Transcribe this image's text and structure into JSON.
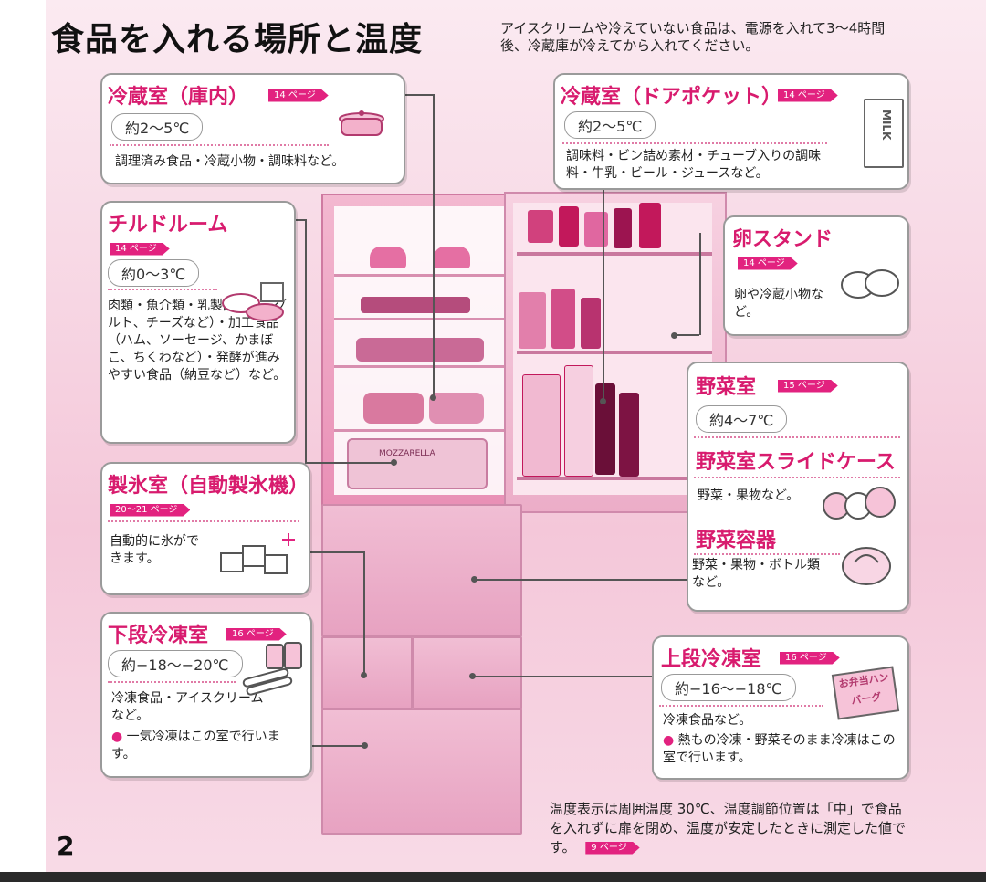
{
  "header": {
    "title": "食品を入れる場所と温度",
    "lead": "アイスクリームや冷えていない食品は、電源を入れて3～4時間後、冷蔵庫が冷えてから入れてください。"
  },
  "sections": {
    "fridge_main": {
      "title": "冷蔵室（庫内）",
      "page": "14 ページ",
      "temp": "約2～5℃",
      "desc": "調理済み食品・冷蔵小物・調味料など。"
    },
    "door_pocket": {
      "title": "冷蔵室（ドアポケット）",
      "page": "14 ページ",
      "temp": "約2～5℃",
      "desc": "調味料・ビン詰め素材・チューブ入りの調味料・牛乳・ビール・ジュースなど。"
    },
    "chilled": {
      "title": "チルドルーム",
      "page": "14 ページ",
      "temp": "約0～3℃",
      "desc": "肉類・魚介類・乳製品（ヨーグルト、チーズなど）・加工食品（ハム、ソーセージ、かまぼこ、ちくわなど）・発酵が進みやすい食品（納豆など）など。"
    },
    "egg_stand": {
      "title": "卵スタンド",
      "page": "14 ページ",
      "desc": "卵や冷蔵小物など。"
    },
    "vegetable": {
      "title": "野菜室",
      "page": "15 ページ",
      "temp": "約4～7℃"
    },
    "veg_slide_case": {
      "title": "野菜室スライドケース",
      "desc": "野菜・果物など。"
    },
    "veg_container": {
      "title": "野菜容器",
      "desc": "野菜・果物・ボトル類など。"
    },
    "ice_maker": {
      "title": "製氷室（自動製氷機）",
      "page": "20～21 ページ",
      "desc": "自動的に氷ができます。"
    },
    "lower_freezer": {
      "title": "下段冷凍室",
      "page": "16 ページ",
      "temp": "約−18～−20℃",
      "desc": "冷凍食品・アイスクリームなど。",
      "bullet": "一気冷凍はこの室で行います。"
    },
    "upper_freezer": {
      "title": "上段冷凍室",
      "page": "16 ページ",
      "temp": "約−16～−18℃",
      "desc": "冷凍食品など。",
      "bullet": "熱もの冷凍・野菜そのまま冷凍はこの室で行います。"
    }
  },
  "illustrations": {
    "milk_label": "MILK",
    "bento_label": "お弁当ハンバーグ",
    "cheese_label": "MOZZARELLA"
  },
  "footer": {
    "page_number": "2",
    "note": "温度表示は周囲温度 30℃、温度調節位置は「中」で食品を入れずに扉を閉め、温度が安定したときに測定した値です。",
    "note_page": "9 ページ"
  }
}
